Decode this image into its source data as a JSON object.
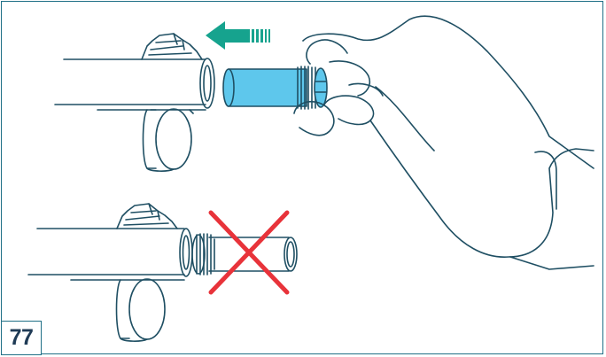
{
  "figure": {
    "step_number": "77"
  },
  "colors": {
    "line": "#1f4f63",
    "frame": "#1f6f86",
    "arrow": "#16a38e",
    "choke_fill": "#5ec7ec",
    "cross": "#e8333a",
    "text": "#1f3b56"
  },
  "icons": {
    "correct_step": "choke-tube-insert",
    "incorrect_step": "wrong-choke-cross"
  }
}
